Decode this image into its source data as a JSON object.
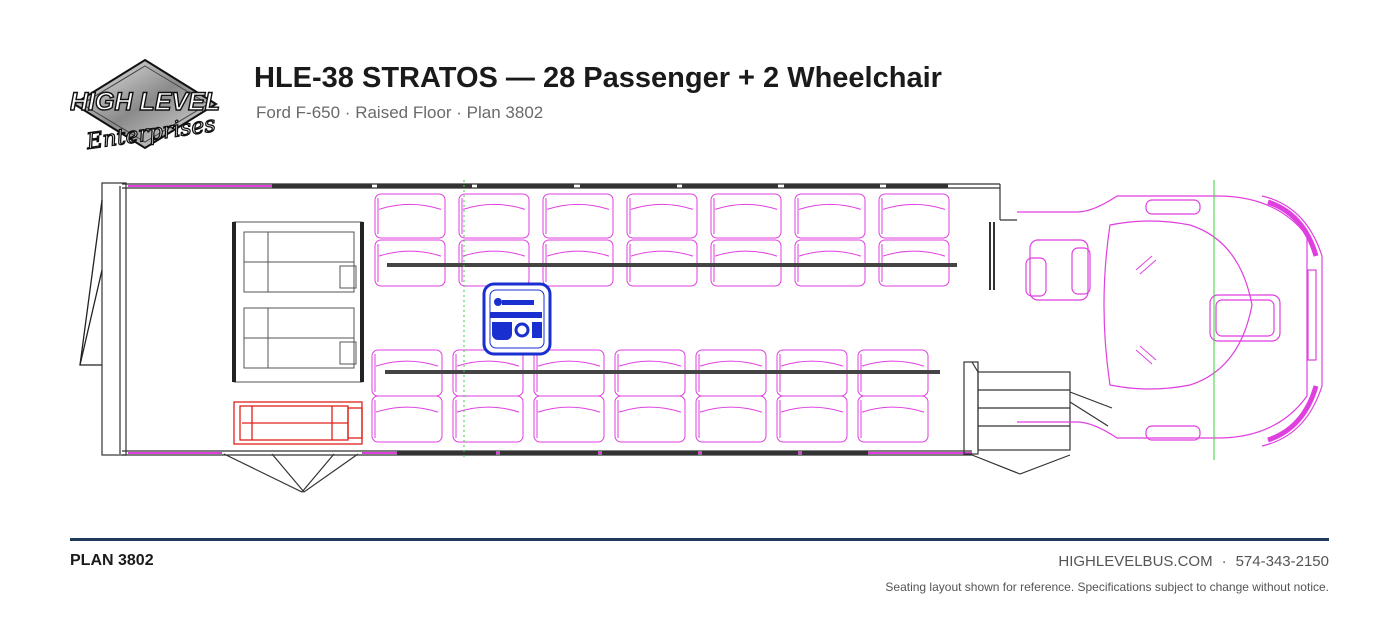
{
  "logo": {
    "line1": "HIGH LEVEL",
    "line2": "Enterprises"
  },
  "header": {
    "title": "HLE-38 STRATOS — 28 Passenger + 2 Wheelchair",
    "subtitle": "Ford F-650 · Raised Floor · Plan 3802"
  },
  "floorplan": {
    "seat_rows_upper": 7,
    "seat_rows_lower": 7,
    "colors": {
      "seats": "#e03fe0",
      "outline": "#333333",
      "wheelchair": "#1a2fd0",
      "lift": "#e0201a",
      "guide": "#3cd03c"
    }
  },
  "footer": {
    "plan_label": "PLAN 3802",
    "website": "HIGHLEVELBUS.COM",
    "separator": "·",
    "phone": "574-343-2150",
    "disclaimer": "Seating layout shown for reference. Specifications subject to change without notice."
  }
}
